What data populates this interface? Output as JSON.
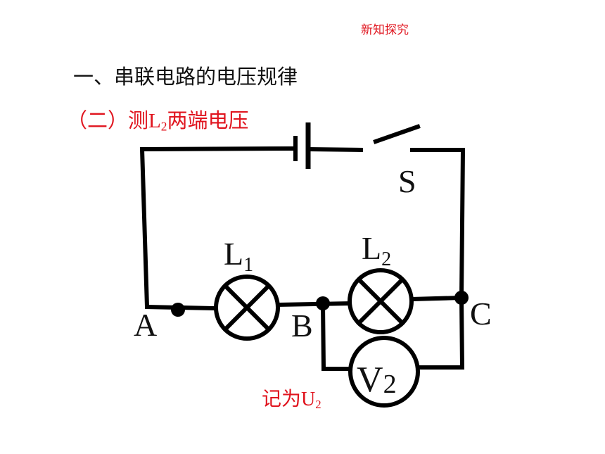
{
  "header": {
    "tag": "新知探究"
  },
  "section": {
    "title": "一、串联电路的电压规律",
    "subtitle_prefix": "（二）测",
    "subtitle_L": "L",
    "subtitle_sub": "2",
    "subtitle_suffix": "两端电压"
  },
  "note": {
    "prefix": "记为",
    "U": "U",
    "sub": "2"
  },
  "circuit": {
    "switch_label": "S",
    "lamp1": {
      "letter": "L",
      "sub": "1"
    },
    "lamp2": {
      "letter": "L",
      "sub": "2"
    },
    "voltmeter": {
      "letter": "V",
      "sub": "2"
    },
    "nodes": {
      "a": "A",
      "b": "B",
      "c": "C"
    }
  }
}
